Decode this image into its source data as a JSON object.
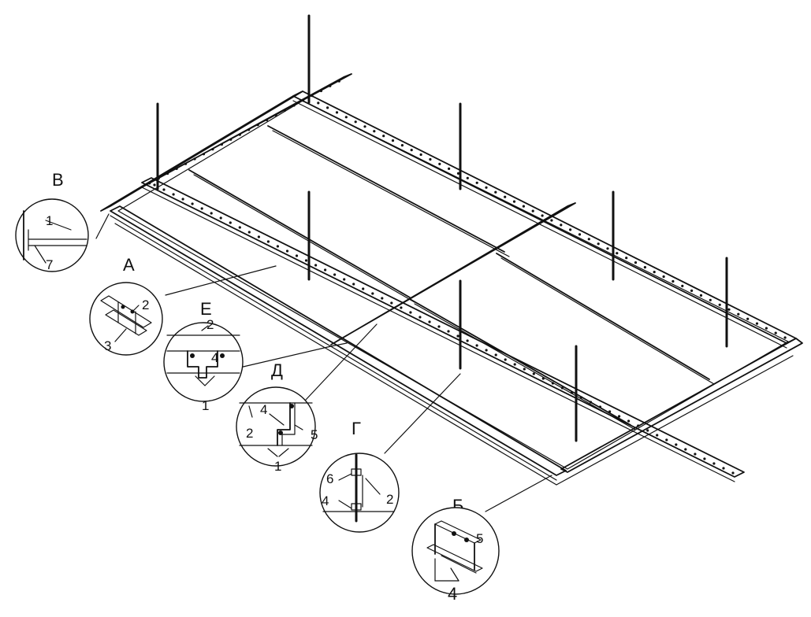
{
  "callouts": [
    {
      "id": "V",
      "letter": "В",
      "numbers": [
        "1",
        "7"
      ]
    },
    {
      "id": "A",
      "letter": "А",
      "numbers": [
        "2",
        "3"
      ]
    },
    {
      "id": "E",
      "letter": "Е",
      "numbers": [
        "2",
        "4",
        "1"
      ]
    },
    {
      "id": "D",
      "letter": "Д",
      "numbers": [
        "4",
        "2",
        "5",
        "1"
      ]
    },
    {
      "id": "G",
      "letter": "Г",
      "numbers": [
        "6",
        "4",
        "2"
      ]
    },
    {
      "id": "B",
      "letter": "Б",
      "numbers": [
        "5",
        "4"
      ]
    }
  ]
}
